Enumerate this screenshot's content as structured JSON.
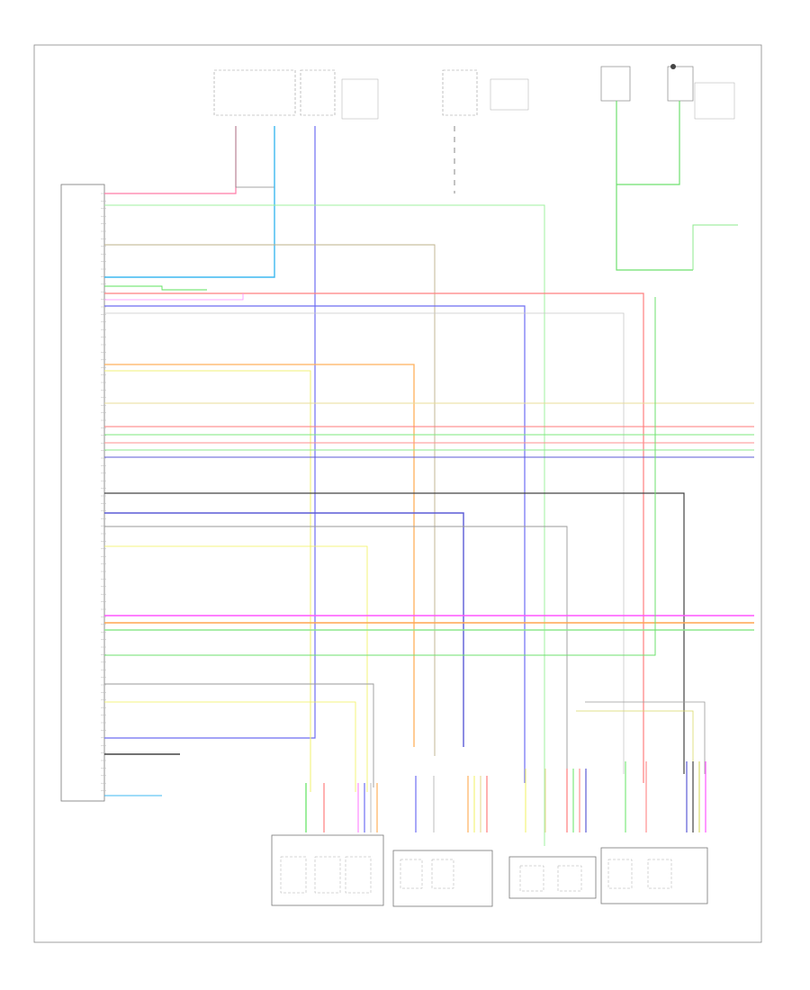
{
  "diagram": {
    "frame_label": "",
    "ecm_label": "",
    "wires": [
      {
        "id": "w1",
        "color": "#ff7aa8"
      },
      {
        "id": "w2",
        "color": "#9ff09f"
      },
      {
        "id": "w3",
        "color": "#bdb08a"
      },
      {
        "id": "w4",
        "color": "#8fe88f"
      },
      {
        "id": "w5",
        "color": "#5ee35e"
      },
      {
        "id": "w6",
        "color": "#ff7f7f"
      },
      {
        "id": "w7",
        "color": "#ff8aff"
      },
      {
        "id": "w8",
        "color": "#6e6ef2"
      },
      {
        "id": "w9",
        "color": "#c9c9c9"
      },
      {
        "id": "w10",
        "color": "#ffb15c"
      },
      {
        "id": "w11",
        "color": "#f2f27a"
      },
      {
        "id": "w12",
        "color": "#e8dc9a"
      },
      {
        "id": "w13",
        "color": "#ff7a7a"
      },
      {
        "id": "w14",
        "color": "#7de87d"
      },
      {
        "id": "w15",
        "color": "#ff8f8f"
      },
      {
        "id": "w16",
        "color": "#5b5bd6"
      },
      {
        "id": "w17",
        "color": "#444444"
      },
      {
        "id": "w18",
        "color": "#d9d96a"
      },
      {
        "id": "w19",
        "color": "#ff55ff"
      },
      {
        "id": "w20",
        "color": "#ffa550"
      },
      {
        "id": "w21",
        "color": "#8ee88e"
      },
      {
        "id": "w22",
        "color": "#6ee06e"
      },
      {
        "id": "w23",
        "color": "#9a9a9a"
      },
      {
        "id": "w24",
        "color": "#f4f45a"
      },
      {
        "id": "w25",
        "color": "#3db8f0"
      }
    ],
    "bottom_components": [
      {
        "id": "c1",
        "label": ""
      },
      {
        "id": "c2",
        "label": ""
      },
      {
        "id": "c3",
        "label": ""
      },
      {
        "id": "c4",
        "label": ""
      }
    ],
    "top_components": [
      {
        "id": "t1",
        "label": ""
      },
      {
        "id": "t2",
        "label": ""
      },
      {
        "id": "t3",
        "label": ""
      },
      {
        "id": "t4",
        "label": ""
      }
    ]
  }
}
